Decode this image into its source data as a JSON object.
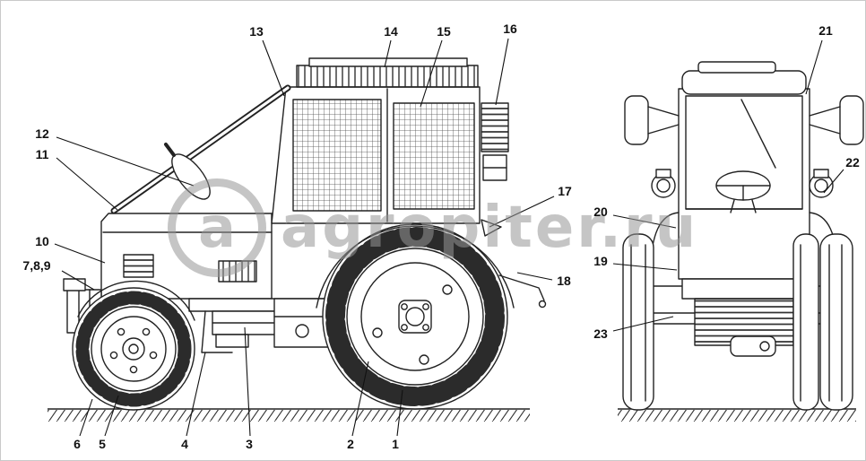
{
  "watermark": {
    "logo_letter": "a",
    "text": "agropiter.ru",
    "color": "#969696"
  },
  "callouts": [
    {
      "label": "13"
    },
    {
      "label": "14"
    },
    {
      "label": "15"
    },
    {
      "label": "16"
    },
    {
      "label": "21"
    },
    {
      "label": "12"
    },
    {
      "label": "11"
    },
    {
      "label": "10"
    },
    {
      "label": "7,8,9"
    },
    {
      "label": "22"
    },
    {
      "label": "17"
    },
    {
      "label": "20"
    },
    {
      "label": "19"
    },
    {
      "label": "18"
    },
    {
      "label": "23"
    },
    {
      "label": "6"
    },
    {
      "label": "5"
    },
    {
      "label": "4"
    },
    {
      "label": "3"
    },
    {
      "label": "2"
    },
    {
      "label": "1"
    }
  ]
}
